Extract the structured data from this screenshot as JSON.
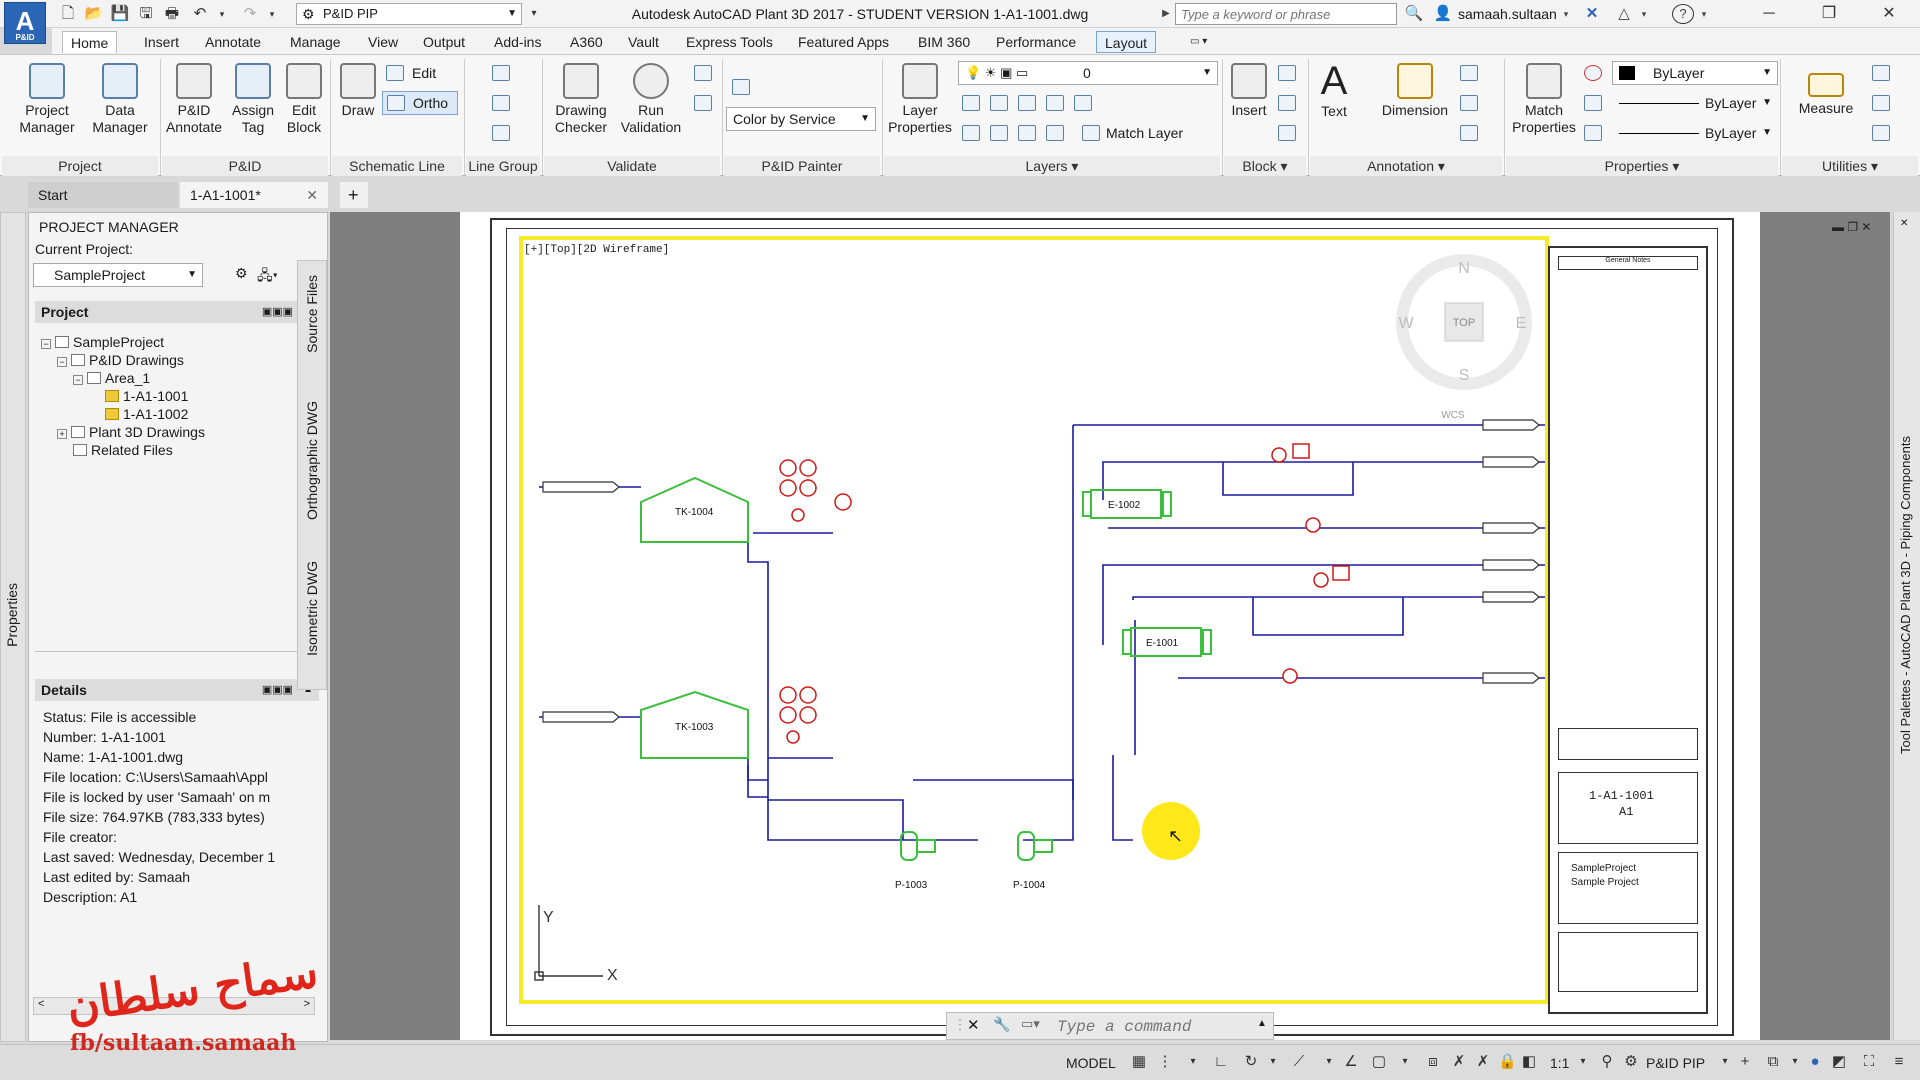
{
  "title_bar": {
    "app_logo": "A",
    "app_logo_sub": "P&ID",
    "workspace": "P&ID PIP",
    "document_title": "Autodesk AutoCAD Plant 3D 2017 - STUDENT VERSION    1-A1-1001.dwg",
    "search_placeholder": "Type a keyword or phrase",
    "user": "samaah.sultaan"
  },
  "ribbon_tabs": [
    "Home",
    "Insert",
    "Annotate",
    "Manage",
    "View",
    "Output",
    "Add-ins",
    "A360",
    "Vault",
    "Express Tools",
    "Featured Apps",
    "BIM 360",
    "Performance",
    "Layout"
  ],
  "ribbon": {
    "project_manager": "Project Manager",
    "data_manager": "Data Manager",
    "panel_project": "Project",
    "pid_annotate": "P&ID Annotate",
    "assign_tag": "Assign Tag",
    "edit_block": "Edit Block",
    "panel_pid": "P&ID",
    "draw": "Draw",
    "edit": "Edit",
    "ortho": "Ortho",
    "panel_schematic_line": "Schematic Line",
    "panel_line_group": "Line Group",
    "drawing_checker": "Drawing Checker",
    "run_validation": "Run Validation",
    "panel_validate": "Validate",
    "color_by_service": "Color by Service",
    "panel_pid_painter": "P&ID Painter",
    "layer_properties": "Layer Properties",
    "layer_value": "0",
    "match_layer": "Match Layer",
    "panel_layers": "Layers",
    "insert": "Insert",
    "panel_block": "Block",
    "text": "Text",
    "dimension": "Dimension",
    "panel_annotation": "Annotation",
    "match_properties": "Match Properties",
    "bylayer_color": "ByLayer",
    "bylayer_linetype": "ByLayer",
    "bylayer_lineweight": "ByLayer",
    "panel_properties": "Properties",
    "measure": "Measure",
    "panel_utilities": "Utilities"
  },
  "file_tabs": [
    "Start",
    "1-A1-1001*"
  ],
  "project_manager": {
    "title": "PROJECT MANAGER",
    "current_project_label": "Current Project:",
    "current_project": "SampleProject",
    "project_section": "Project",
    "tree": {
      "root": "SampleProject",
      "pid_drawings": "P&ID Drawings",
      "area": "Area_1",
      "dwg1": "1-A1-1001",
      "dwg2": "1-A1-1002",
      "plant3d": "Plant 3D Drawings",
      "related": "Related Files"
    },
    "side_tabs": [
      "Source Files",
      "Orthographic DWG",
      "Isometric DWG"
    ],
    "properties_tab": "Properties",
    "details_section": "Details",
    "details": [
      "Status: File is accessible",
      "Number:  1-A1-1001",
      "Name:  1-A1-1001.dwg",
      "File location:  C:\\Users\\Samaah\\Appl",
      "File is locked by user 'Samaah' on m",
      "File size:  764.97KB (783,333 bytes)",
      "File creator:",
      "Last saved:  Wednesday, December 1",
      "Last edited by:  Samaah",
      "Description:  A1"
    ]
  },
  "viewport": {
    "label": "[+][Top][2D Wireframe]",
    "viewcube": {
      "n": "N",
      "s": "S",
      "e": "E",
      "w": "W",
      "top": "TOP",
      "wcs": "WCS"
    },
    "ucs_x": "X",
    "ucs_y": "Y"
  },
  "drawing": {
    "tanks": [
      "TK-1004",
      "TK-1003"
    ],
    "exchangers": [
      "E-1002",
      "E-1001"
    ],
    "pumps": [
      "P-1003",
      "P-1004"
    ],
    "title_block": {
      "drawing_number": "1-A1-1001",
      "size": "A1",
      "project_name": "SampleProject",
      "project_desc": "Sample Project"
    }
  },
  "right_palette": "Tool Palettes - AutoCAD Plant 3D - Piping Components",
  "command_line": {
    "placeholder": "Type a command"
  },
  "status_bar": {
    "model": "MODEL",
    "scale": "1:1",
    "workspace": "P&ID PIP"
  },
  "watermark": {
    "arabic": "سماح سلطان",
    "fb": "fb/sultaan.samaah"
  }
}
